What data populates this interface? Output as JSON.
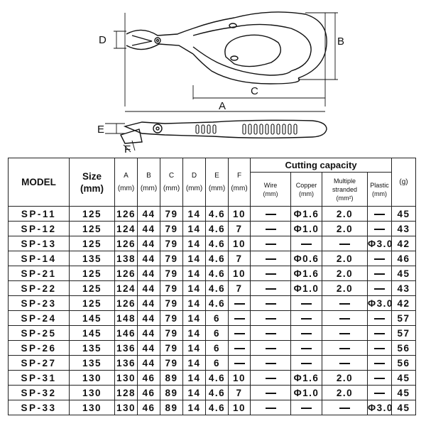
{
  "drawing": {
    "dim_labels": {
      "A": "A",
      "B": "B",
      "C": "C",
      "D": "D",
      "E": "E",
      "F": "F"
    }
  },
  "table": {
    "headers": {
      "model": "MODEL",
      "size": "Size",
      "size_unit": "(mm)",
      "dims": [
        {
          "letter": "A",
          "unit": "(mm)"
        },
        {
          "letter": "B",
          "unit": "(mm)"
        },
        {
          "letter": "C",
          "unit": "(mm)"
        },
        {
          "letter": "D",
          "unit": "(mm)"
        },
        {
          "letter": "E",
          "unit": "(mm)"
        },
        {
          "letter": "F",
          "unit": "(mm)"
        }
      ],
      "cutting_capacity": "Cutting capacity",
      "wire": "Wire",
      "wire_unit": "(mm)",
      "copper": "Copper",
      "copper_unit": "(mm)",
      "multiple": "Multiple stranded",
      "multiple_unit": "(mm²)",
      "plastic": "Plastic",
      "plastic_unit": "(mm)",
      "weight_unit": "(g)"
    },
    "rows": [
      [
        "SP-11",
        "125",
        "126",
        "44",
        "79",
        "14",
        "4.6",
        "10",
        "—",
        "Φ1.6",
        "2.0",
        "—",
        "45"
      ],
      [
        "SP-12",
        "125",
        "124",
        "44",
        "79",
        "14",
        "4.6",
        "7",
        "—",
        "Φ1.0",
        "2.0",
        "—",
        "43"
      ],
      [
        "SP-13",
        "125",
        "126",
        "44",
        "79",
        "14",
        "4.6",
        "10",
        "—",
        "—",
        "—",
        "Φ3.0",
        "42"
      ],
      [
        "SP-14",
        "135",
        "138",
        "44",
        "79",
        "14",
        "4.6",
        "7",
        "—",
        "Φ0.6",
        "2.0",
        "—",
        "46"
      ],
      [
        "SP-21",
        "125",
        "126",
        "44",
        "79",
        "14",
        "4.6",
        "10",
        "—",
        "Φ1.6",
        "2.0",
        "—",
        "45"
      ],
      [
        "SP-22",
        "125",
        "124",
        "44",
        "79",
        "14",
        "4.6",
        "7",
        "—",
        "Φ1.0",
        "2.0",
        "—",
        "43"
      ],
      [
        "SP-23",
        "125",
        "126",
        "44",
        "79",
        "14",
        "4.6",
        "—",
        "—",
        "—",
        "—",
        "Φ3.0",
        "42"
      ],
      [
        "SP-24",
        "145",
        "148",
        "44",
        "79",
        "14",
        "6",
        "—",
        "—",
        "—",
        "—",
        "—",
        "57"
      ],
      [
        "SP-25",
        "145",
        "146",
        "44",
        "79",
        "14",
        "6",
        "—",
        "—",
        "—",
        "—",
        "—",
        "57"
      ],
      [
        "SP-26",
        "135",
        "136",
        "44",
        "79",
        "14",
        "6",
        "—",
        "—",
        "—",
        "—",
        "—",
        "56"
      ],
      [
        "SP-27",
        "135",
        "136",
        "44",
        "79",
        "14",
        "6",
        "—",
        "—",
        "—",
        "—",
        "—",
        "56"
      ],
      [
        "SP-31",
        "130",
        "130",
        "46",
        "89",
        "14",
        "4.6",
        "10",
        "—",
        "Φ1.6",
        "2.0",
        "—",
        "45"
      ],
      [
        "SP-32",
        "130",
        "128",
        "46",
        "89",
        "14",
        "4.6",
        "7",
        "—",
        "Φ1.0",
        "2.0",
        "—",
        "45"
      ],
      [
        "SP-33",
        "130",
        "130",
        "46",
        "89",
        "14",
        "4.6",
        "10",
        "—",
        "—",
        "—",
        "Φ3.0",
        "45"
      ]
    ]
  }
}
